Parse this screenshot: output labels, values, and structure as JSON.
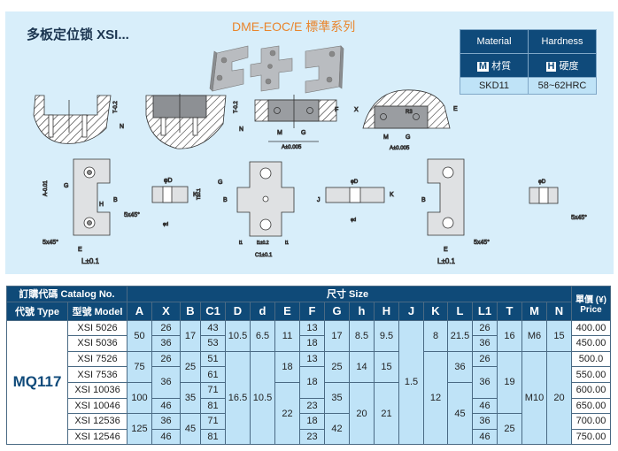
{
  "header": {
    "title": "多板定位锁 XSI...",
    "series": "DME-EOC/E 標準系列"
  },
  "material_table": {
    "col1": "Material",
    "col2": "Hardness",
    "m_badge": "M",
    "m_label": "材質",
    "h_badge": "H",
    "h_label": "硬度",
    "material": "SKD11",
    "hardness": "58~62HRC"
  },
  "drawing_labels": {
    "T": "T-0.2",
    "N": "N",
    "X": "X",
    "F": "F",
    "M": "M",
    "G": "G",
    "A_tol": "A±0.005",
    "R3": "R3",
    "A": "A-0.01",
    "B": "B",
    "H": "H",
    "chamfer": "5x45°",
    "E": "E",
    "L": "L±0.1",
    "phiD": "φD",
    "phid": "φd",
    "K": "K",
    "T01": "T±0.1",
    "l1": "l1",
    "l1tol": "l1±0.2",
    "C1": "C1±0.1",
    "J": "J"
  },
  "table": {
    "catalog_label": "訂購代碼 Catalog No.",
    "size_label": "尺寸 Size",
    "type_label": "代號 Type",
    "model_label": "型號 Model",
    "price_label": "單價 (¥) Price",
    "type": "MQ117",
    "models": [
      "XSI  5026",
      "XSI  5036",
      "XSI  7526",
      "XSI  7536",
      "XSI  10036",
      "XSI  10046",
      "XSI  12536",
      "XSI  12546"
    ],
    "columns": [
      {
        "name": "A",
        "cells": [
          [
            "50",
            2
          ],
          [
            "75",
            2
          ],
          [
            "100",
            2
          ],
          [
            "125",
            2
          ]
        ]
      },
      {
        "name": "X",
        "cells": [
          [
            "26",
            1
          ],
          [
            "36",
            1
          ],
          [
            "26",
            1
          ],
          [
            "36",
            2
          ],
          [
            "46",
            1
          ],
          [
            "36",
            1
          ],
          [
            "46",
            1
          ]
        ]
      },
      {
        "name": "B",
        "cells": [
          [
            "17",
            2
          ],
          [
            "25",
            2
          ],
          [
            "35",
            2
          ],
          [
            "45",
            2
          ]
        ]
      },
      {
        "name": "C1",
        "cells": [
          [
            "43",
            1
          ],
          [
            "53",
            1
          ],
          [
            "51",
            1
          ],
          [
            "61",
            1
          ],
          [
            "71",
            1
          ],
          [
            "81",
            1
          ],
          [
            "71",
            1
          ],
          [
            "81",
            1
          ]
        ]
      },
      {
        "name": "D",
        "cells": [
          [
            "10.5",
            2
          ],
          [
            "16.5",
            6
          ]
        ]
      },
      {
        "name": "d",
        "cells": [
          [
            "6.5",
            2
          ],
          [
            "10.5",
            6
          ]
        ]
      },
      {
        "name": "E",
        "cells": [
          [
            "11",
            2
          ],
          [
            "18",
            2
          ],
          [
            "22",
            4
          ]
        ]
      },
      {
        "name": "F",
        "cells": [
          [
            "13",
            1
          ],
          [
            "18",
            1
          ],
          [
            "13",
            1
          ],
          [
            "18",
            2
          ],
          [
            "23",
            1
          ],
          [
            "18",
            1
          ],
          [
            "23",
            1
          ]
        ]
      },
      {
        "name": "G",
        "cells": [
          [
            "17",
            2
          ],
          [
            "25",
            2
          ],
          [
            "35",
            2
          ],
          [
            "42",
            2
          ]
        ]
      },
      {
        "name": "h",
        "cells": [
          [
            "8.5",
            2
          ],
          [
            "14",
            2
          ],
          [
            "20",
            4
          ]
        ]
      },
      {
        "name": "H",
        "cells": [
          [
            "9.5",
            2
          ],
          [
            "15",
            2
          ],
          [
            "21",
            4
          ]
        ]
      },
      {
        "name": "J",
        "cells": [
          [
            "1.5",
            8
          ]
        ]
      },
      {
        "name": "K",
        "cells": [
          [
            "8",
            2
          ],
          [
            "12",
            6
          ]
        ]
      },
      {
        "name": "L",
        "cells": [
          [
            "21.5",
            2
          ],
          [
            "36",
            2
          ],
          [
            "45",
            4
          ]
        ]
      },
      {
        "name": "L1",
        "cells": [
          [
            "26",
            1
          ],
          [
            "36",
            1
          ],
          [
            "26",
            1
          ],
          [
            "36",
            2
          ],
          [
            "46",
            1
          ],
          [
            "36",
            1
          ],
          [
            "46",
            1
          ]
        ]
      },
      {
        "name": "T",
        "cells": [
          [
            "16",
            2
          ],
          [
            "19",
            4
          ],
          [
            "25",
            2
          ]
        ]
      },
      {
        "name": "M",
        "cells": [
          [
            "M6",
            2
          ],
          [
            "M10",
            6
          ]
        ]
      },
      {
        "name": "N",
        "cells": [
          [
            "15",
            2
          ],
          [
            "20",
            6
          ]
        ]
      }
    ],
    "prices": [
      "400.00",
      "450.00",
      "500.0",
      "550.00",
      "600.00",
      "650.00",
      "700.00",
      "750.00"
    ]
  }
}
